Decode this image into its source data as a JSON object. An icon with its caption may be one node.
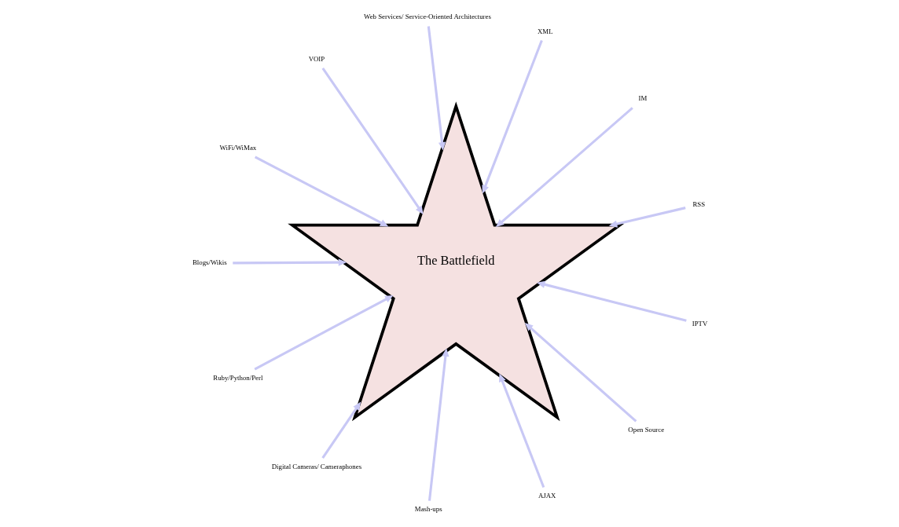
{
  "diagram": {
    "nodes": [
      {
        "text": [
          "RSS"
        ]
      },
      {
        "text": [
          "IM"
        ]
      },
      {
        "text": [
          "XML"
        ]
      },
      {
        "text": [
          "Web Services/ Service-Oriented Architectures"
        ]
      },
      {
        "text": [
          "VOIP"
        ]
      },
      {
        "text": [
          "WiFi/WiMax"
        ]
      },
      {
        "text": [
          "The Battlefield"
        ]
      },
      {
        "text": [
          "Blogs/Wikis"
        ]
      },
      {
        "text": [
          "Ruby/Python/Perl"
        ]
      },
      {
        "text": [
          "Digital Cameras/ Cameraphones"
        ]
      },
      {
        "text": [
          "Mash-ups"
        ]
      },
      {
        "text": [
          "AJAX"
        ]
      },
      {
        "text": [
          "Open Source"
        ]
      },
      {
        "text": [
          "IPTV"
        ]
      }
    ],
    "edges": [
      {
        "from": 0,
        "to": 6,
        "arrow": "to"
      },
      {
        "from": 1,
        "to": 6,
        "arrow": "to"
      },
      {
        "from": 2,
        "to": 6,
        "arrow": "to"
      },
      {
        "from": 3,
        "to": 6,
        "arrow": "to"
      },
      {
        "from": 5,
        "to": 6,
        "arrow": "to"
      },
      {
        "from": 7,
        "to": 6,
        "arrow": "to"
      },
      {
        "from": 9,
        "to": 6,
        "arrow": "to"
      },
      {
        "from": 10,
        "to": 6,
        "arrow": "to"
      },
      {
        "from": 13,
        "to": 6,
        "arrow": "to"
      },
      {
        "from": 12,
        "to": 6,
        "arrow": "to"
      },
      {
        "from": 11,
        "to": 6,
        "arrow": "to"
      },
      {
        "from": 8,
        "to": 6,
        "arrow": "to"
      },
      {
        "from": 4,
        "to": 6,
        "arrow": "to"
      }
    ]
  }
}
